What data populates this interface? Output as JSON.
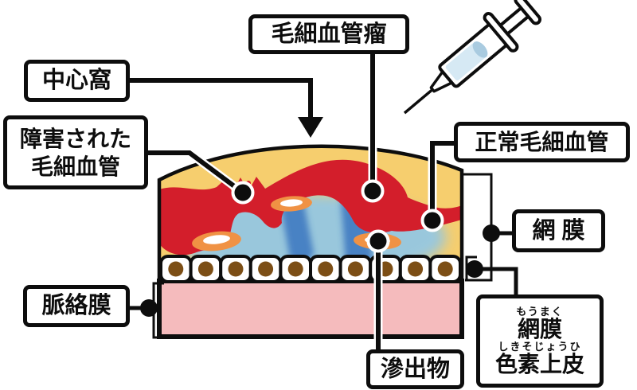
{
  "diagram": {
    "description": "Cross-section of the retina showing damaged capillaries, capillary aneurysm, edema and exudates, with an injection syringe",
    "labels": {
      "aneurysm": "毛細血管瘤",
      "fovea": "中心窩",
      "damaged_line1": "障害された",
      "damaged_line2": "毛細血管",
      "normal": "正常毛細血管",
      "retina": "網 膜",
      "choroid": "脈絡膜",
      "exudate": "滲出物",
      "rpe_furigana1": "もうまく",
      "rpe_kanji1": "網膜",
      "rpe_furigana2": "しきそじょうひ",
      "rpe_kanji2": "色素上皮"
    },
    "colors": {
      "retina_tissue": "#F6CE6E",
      "blood_vessel": "#D31E2B",
      "edema_light": "#8FC7E9",
      "edema_deep": "#3A76C0",
      "exudate_fill": "#F09244",
      "choroid_fill": "#F5BBBD",
      "rpe_nucleus": "#7C4E15",
      "syringe_liquid": "#D6E9F4",
      "outline": "#0D0D0D"
    }
  }
}
